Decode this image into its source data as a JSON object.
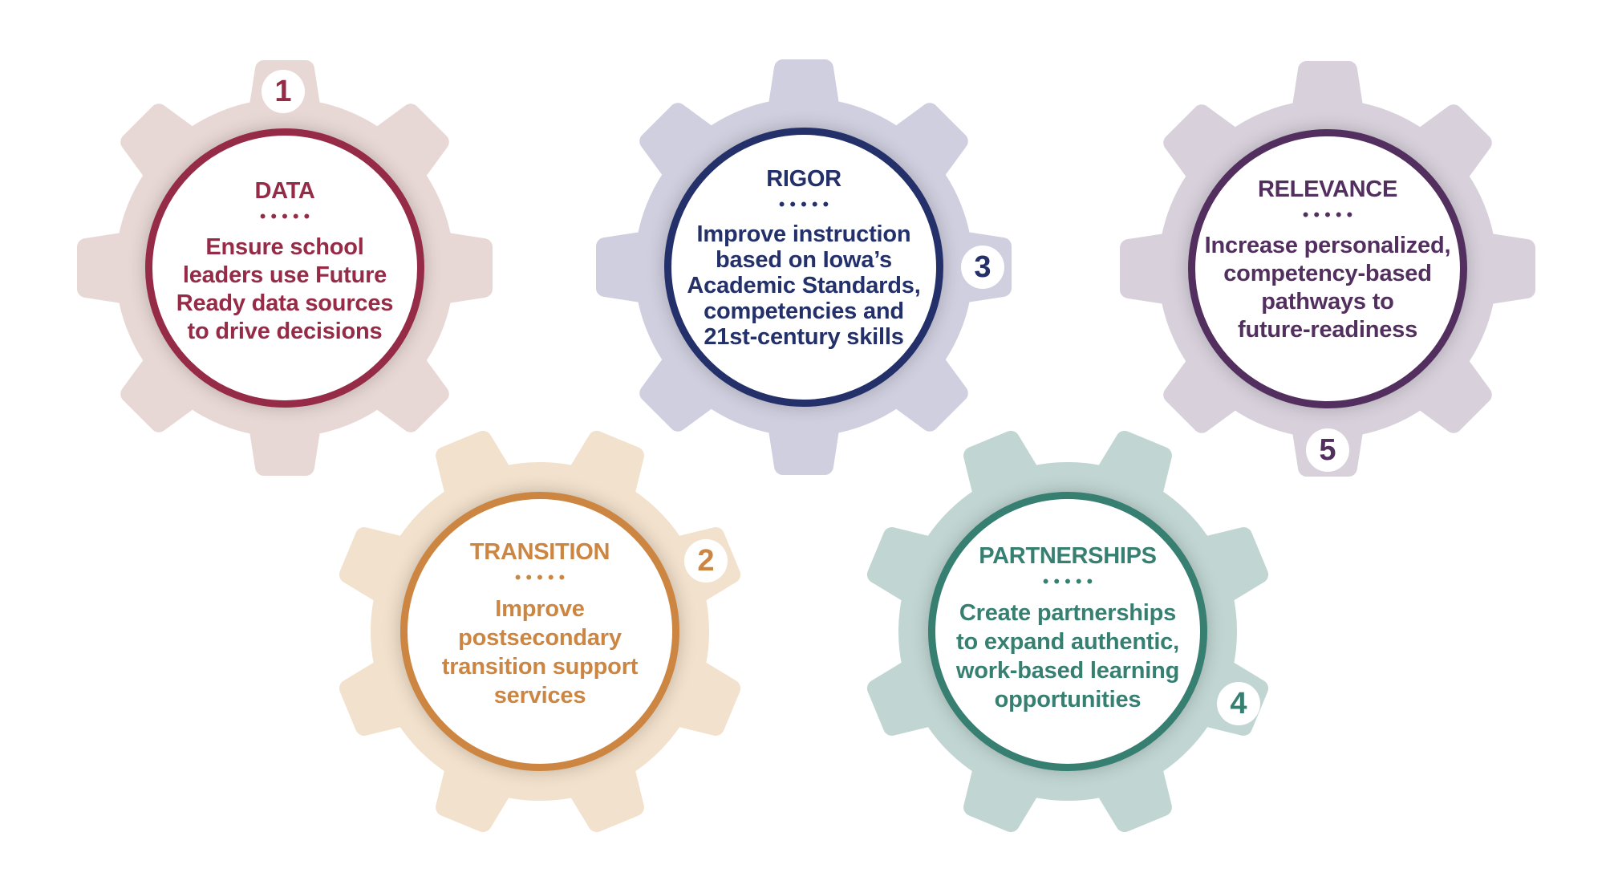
{
  "gears": [
    {
      "number": "1",
      "title": "DATA",
      "dots": "•••••",
      "description": "Ensure school\nleaders use Future\nReady data sources\nto drive decisions",
      "color": "#962b47",
      "gear_fill": "#e8d8d5"
    },
    {
      "number": "2",
      "title": "TRANSITION",
      "dots": "•••••",
      "description": "Improve\npostsecondary\ntransition support\nservices",
      "color": "#cc8642",
      "gear_fill": "#f2e1cc"
    },
    {
      "number": "3",
      "title": "RIGOR",
      "dots": "•••••",
      "description": "Improve instruction\nbased on Iowa’s\nAcademic Standards,\ncompetencies and\n21st-century skills",
      "color": "#23306a",
      "gear_fill": "#d0cfdf"
    },
    {
      "number": "4",
      "title": "PARTNERSHIPS",
      "dots": "•••••",
      "description": "Create partnerships\nto expand authentic,\nwork-based learning\nopportunities",
      "color": "#367f71",
      "gear_fill": "#c1d6d3"
    },
    {
      "number": "5",
      "title": "RELEVANCE",
      "dots": "•••••",
      "description": "Increase personalized,\ncompetency-based\npathways to\nfuture-readiness",
      "color": "#522f5f",
      "gear_fill": "#d8d1dc"
    }
  ]
}
